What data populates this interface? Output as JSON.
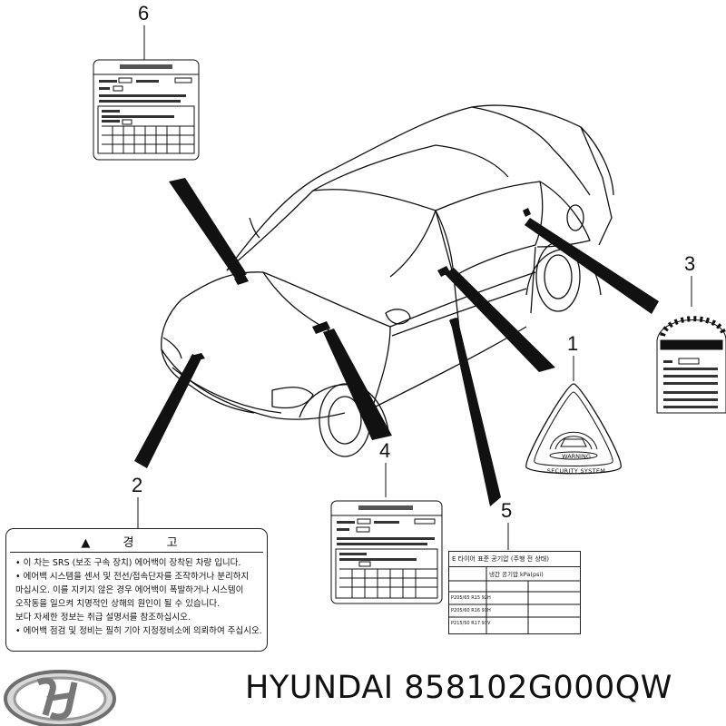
{
  "callouts": [
    "1",
    "2",
    "3",
    "4",
    "5",
    "6"
  ],
  "brand": {
    "name": "HYUNDAI 858102G000QW",
    "logo_icon": "hyundai-logo-icon"
  },
  "label_1": {
    "icon": "car-security-icon",
    "badge_text": "WARNING",
    "caption": "SECURITY SYSTEM"
  },
  "label_2": {
    "heading": "▲ 경 고",
    "lines": [
      "• 이 차는 SRS (보조 구속 장치) 에어백이 장착된 차량 입니다.",
      "• 에어백 시스템을 센서 및 전선/접속단자를 조작하거나 분리하지",
      "  마십시오.  이를 지키지 않은 경우 에어백이 폭발하거나 시스템이",
      "  오작동을 일으켜 치명적인 상해의 원인이 될 수 있습니다.",
      "  보다 자세한 정보는 취급 설명서를 참조하십시오.",
      "• 에어백 점검 및 정비는 필히 기아 지정정비소에 의뢰하여 주십시오."
    ]
  },
  "label_5": {
    "title": "E  타이어 표준 공기압 (주행 전 상태)",
    "subtitle": "냉간 공기압 kPa(psi)",
    "rows": [
      "P205/65 R15 92H",
      "P205/60 R16 91H",
      "P215/50 R17 93V"
    ]
  },
  "colors": {
    "ink": "#111111",
    "paper": "#ffffff"
  }
}
